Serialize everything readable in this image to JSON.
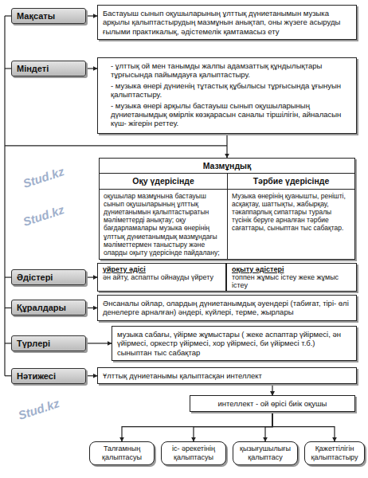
{
  "diagram": {
    "nodes": [
      {
        "text": [
          "Мақсаты"
        ]
      },
      {
        "text": [
          "Бастауыш сынып оқушыларының ұлттық дүниетанымын музыка арқылы қалыптастырудың мазмұнын анықтап, оны жүзеге асыруды ғылыми практикалық, әдістемелік қамтамасыз ету"
        ]
      },
      {
        "text": [
          "Міндеті"
        ]
      },
      {
        "text": [
          "- ұлттық ой мен танымды жалпы адамзаттық құндылықтары тұрғысында пайымдауға қалыптастыру.",
          "- музыка өнері дүниенің тұтастық құбылысы тұрғысында ұғынуын қалыптастыру.",
          "- музыка өнері арқылы бастауыш сынып оқушыларының дүниетанымдық өмірлік көзқарасын саналы тіршілігін, айналасын күш- жігерін реттеу."
        ]
      },
      {
        "text": [
          "Мазмұндық"
        ]
      },
      {
        "text": [
          "Оқу үдерісінде",
          "оқушылар мазмұнына бастауыш сынып оқушыларының ұлттық дүниетанымын қалыптастыратын мәліметтерді анықтау; оқу бағдарламалары музыка өнерінің ұлттық дүниетанымдық мазмұндағы мәліметтермен таныстыру және оларды оқыту үдерісінде пайдалану;"
        ],
        "in": 4
      },
      {
        "text": [
          "Тәрбие үдерісінде",
          "Музыка өнерінің қуанышты, реніштi, асқақтау, шаттықты, жабырқау, тәкаппарлық сипаттары туралы түсінік беруге арналған тәрбие сағаттары, сыныптан тыс сабақтар."
        ],
        "in": 4
      },
      {
        "text": [
          "Әдістері"
        ]
      },
      {
        "text": [
          "үйрету әдісі",
          "ән айту, аспапты ойнауды үйрету"
        ]
      },
      {
        "text": [
          "оқыту әдістері",
          "топпен жұмыс істеу жеке жұмыс істеу"
        ]
      },
      {
        "text": [
          "Құралдары"
        ]
      },
      {
        "text": [
          "Әнсаналы ойлар, олардың дүниетанымдық әуендері (табиғат, тірі- өлі денелерге арналған) әндері, күйлері, терме, жырлары"
        ]
      },
      {
        "text": [
          "Түрлері"
        ]
      },
      {
        "text": [
          "музыка сабағы, үйірме жұмыстары ( жеке аспаптар үйірмесі, ән үйірмесі, оркестр үйірмесі, хор үйірмесі, би үйірмесі т.б.) сыныптан тыс сабақтар"
        ]
      },
      {
        "text": [
          "Нәтижесі"
        ]
      },
      {
        "text": [
          "Ұлттық дүниетанымы қалыптасқан интеллект"
        ]
      },
      {
        "text": [
          "интеллект - ой өрісі биік оқушы"
        ]
      },
      {
        "text": [
          "Талғамның қалыптасуы"
        ]
      },
      {
        "text": [
          "іс- әрекетінің қалыптасуы"
        ]
      },
      {
        "text": [
          "қызығушылығы қалыптасу"
        ]
      },
      {
        "text": [
          "Қажеттілігін қалыптастыру"
        ]
      }
    ],
    "edges": [
      {
        "from": 0,
        "to": 1,
        "arrow": "to"
      },
      {
        "from": 2,
        "to": 3,
        "arrow": "to"
      },
      {
        "from": 3,
        "to": 4,
        "arrow": "to"
      },
      {
        "from": 7,
        "to": 8,
        "arrow": "to"
      },
      {
        "from": 10,
        "to": 11,
        "arrow": "to"
      },
      {
        "from": 12,
        "to": 13,
        "arrow": "to"
      },
      {
        "from": 14,
        "to": 15,
        "arrow": "to"
      },
      {
        "from": 15,
        "to": 16,
        "arrow": "to"
      },
      {
        "from": 16,
        "to": 17,
        "arrow": "to"
      },
      {
        "from": 16,
        "to": 18,
        "arrow": "to"
      },
      {
        "from": 16,
        "to": 19,
        "arrow": "to"
      },
      {
        "from": 16,
        "to": 20,
        "arrow": "to"
      }
    ],
    "labels": [
      "Stud.kz",
      "Stud.kz",
      "Stud.kz"
    ]
  }
}
